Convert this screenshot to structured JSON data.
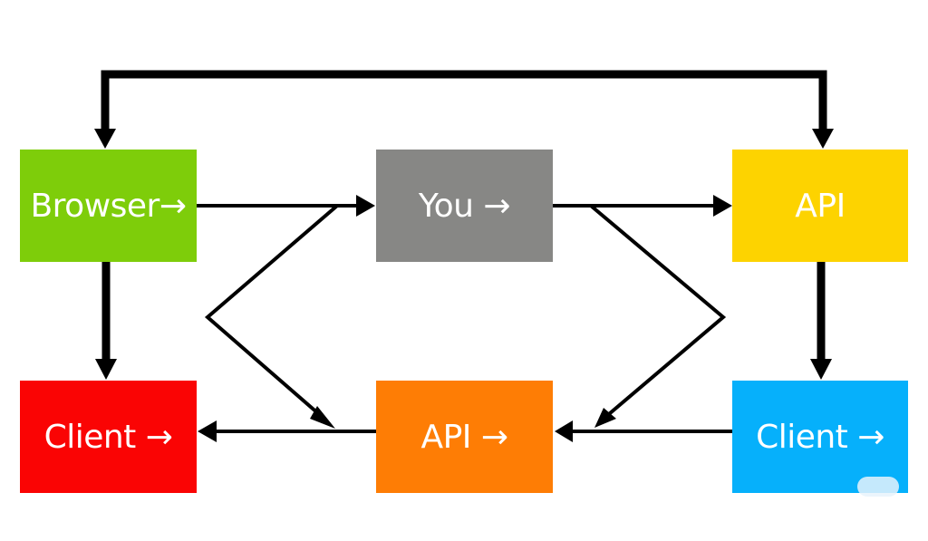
{
  "nodes": {
    "browser": {
      "label": "Browser→",
      "color": "#7ecd0a"
    },
    "you": {
      "label": "You →",
      "color": "#878785"
    },
    "api_top": {
      "label": "API",
      "color": "#fdd300"
    },
    "client_left": {
      "label": "Client →",
      "color": "#fa0404"
    },
    "api_bottom": {
      "label": "API →",
      "color": "#fe7d05"
    },
    "client_right": {
      "label": "Client →",
      "color": "#06b0fb"
    }
  },
  "edge_color": "#000000"
}
